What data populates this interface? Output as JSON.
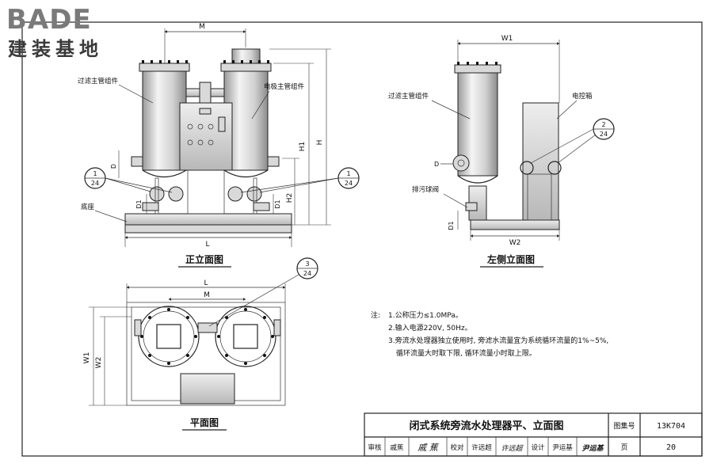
{
  "logo": {
    "brand": "BADE",
    "subtitle": "建装基地"
  },
  "front_view": {
    "title": "正立面图",
    "labels": {
      "filter_assembly": "过滤主管组件",
      "electrode_assembly": "电极主管组件",
      "base": "底座"
    },
    "dims": {
      "M": "M",
      "L": "L",
      "H": "H",
      "H1": "H1",
      "H2": "H2",
      "D": "D",
      "D1_left": "D1",
      "D1_right": "D1"
    },
    "callouts": [
      {
        "num": "1",
        "den": "24"
      },
      {
        "num": "1",
        "den": "24"
      }
    ]
  },
  "side_view": {
    "title": "左侧立面图",
    "labels": {
      "filter_assembly": "过滤主管组件",
      "control_box": "电控箱",
      "drain_valve": "排污球阀"
    },
    "dims": {
      "W1": "W1",
      "W2": "W2",
      "D": "D",
      "D1": "D1"
    },
    "callout": {
      "num": "2",
      "den": "24"
    }
  },
  "plan_view": {
    "title": "平面图",
    "dims": {
      "L": "L",
      "M": "M",
      "W1": "W1",
      "W2": "W2"
    },
    "callout": {
      "num": "3",
      "den": "24"
    }
  },
  "notes": {
    "prefix": "注:",
    "lines": [
      "1.公称压力≤1.0MPa。",
      "2.输入电源220V, 50Hz。",
      "3.旁流水处理器独立使用时, 旁滤水流量宜为系统循环流量的1%~5%,",
      "循环流量大时取下限, 循环流量小时取上限。"
    ]
  },
  "title_block": {
    "drawing_title": "闭式系统旁流水处理器平、立面图",
    "atlas_label": "图集号",
    "atlas_no": "13K704",
    "review_label": "审核",
    "reviewer": "戚蕉",
    "reviewer_sign": "戚 蕉",
    "check_label": "校对",
    "checker": "许远超",
    "checker_sign": "许远超",
    "design_label": "设计",
    "designer": "尹运基",
    "designer_sign": "尹运基",
    "page_label": "页",
    "page_no": "20"
  }
}
